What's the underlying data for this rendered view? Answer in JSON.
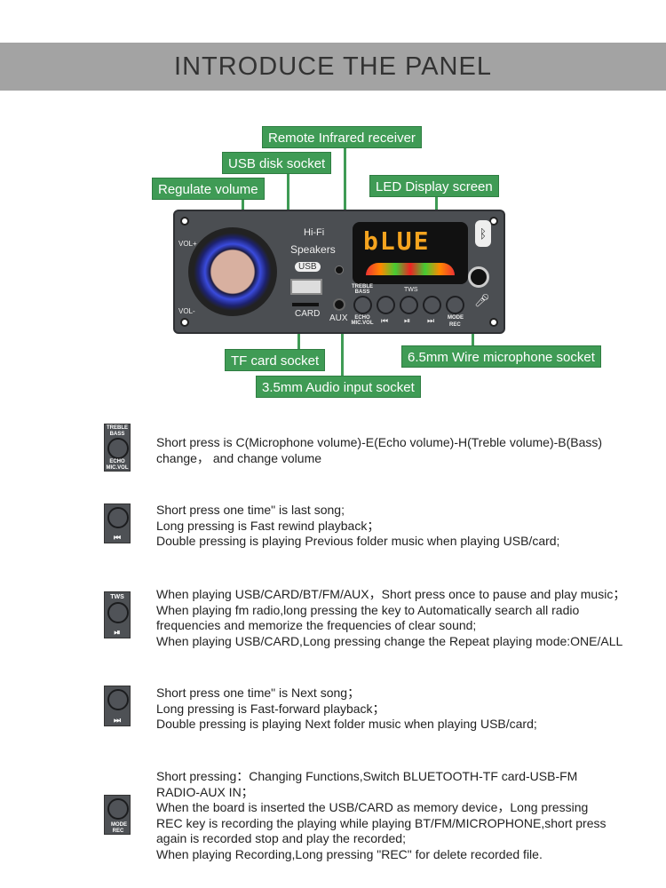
{
  "header": {
    "title": "INTRODUCE THE PANEL"
  },
  "labels": {
    "remote": "Remote Infrared receiver",
    "usb": "USB disk socket",
    "volume": "Regulate volume",
    "led": "LED Display screen",
    "tf": "TF card socket",
    "aux": "3.5mm Audio input socket",
    "mic": "6.5mm Wire microphone socket"
  },
  "panel": {
    "hifi": "Hi-Fi",
    "speakers": "Speakers",
    "usb": "USB",
    "card": "CARD",
    "aux": "AUX",
    "vol_plus": "VOL+",
    "vol_minus": "VOL-",
    "display": "bLUE",
    "treble": "TREBLE BASS",
    "echo": "ECHO MIC.VOL",
    "tws": "TWS",
    "mode": "MODE",
    "rec": "REC",
    "prev": "⏮",
    "play": "⏯",
    "next": "⏭"
  },
  "items": [
    {
      "icon_top": "TREBLE BASS",
      "icon_bottom": "ECHO MIC.VOL",
      "lines": [
        "Short press is C(Microphone volume)-E(Echo volume)-H(Treble volume)-B(Bass)",
        "change， and change volume"
      ]
    },
    {
      "icon_top": "",
      "icon_bottom": "⏮",
      "lines": [
        "Short press one time\" is last song;",
        "Long pressing is Fast rewind playback；",
        "Double pressing is playing Previous folder music when playing USB/card;"
      ]
    },
    {
      "icon_top": "TWS",
      "icon_bottom": "⏯",
      "lines": [
        "When playing USB/CARD/BT/FM/AUX，Short press once to pause and play music；",
        "When playing fm radio,long pressing the key to Automatically search all radio",
        "frequencies and memorize the frequencies of clear sound;",
        "When playing USB/CARD,Long pressing change the Repeat playing mode:ONE/ALL"
      ]
    },
    {
      "icon_top": "",
      "icon_bottom": "⏭",
      "lines": [
        "Short press one time\" is Next song；",
        "Long pressing is Fast-forward playback；",
        "Double pressing is playing Next folder music when playing USB/card;"
      ]
    },
    {
      "icon_top": "",
      "icon_bottom": "MODE REC",
      "lines": [
        "Short pressing：Changing Functions,Switch BLUETOOTH-TF card-USB-FM",
        "RADIO-AUX IN；",
        "When the board is inserted the USB/CARD as memory device，Long pressing",
        "REC key is recording the playing while playing BT/FM/MICROPHONE,short press",
        "again is recorded stop and play the recorded;",
        "When playing Recording,Long pressing \"REC\" for delete recorded file."
      ]
    }
  ]
}
